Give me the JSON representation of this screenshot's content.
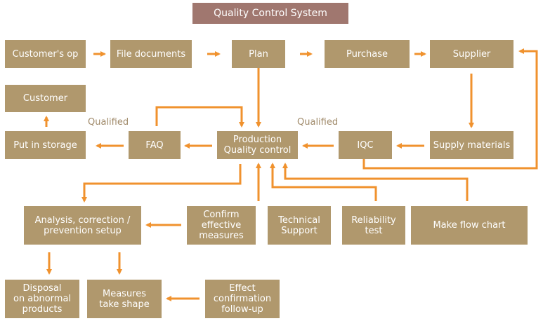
{
  "title": "Quality Control System",
  "colors": {
    "box_fill": "#b0986d",
    "title_fill": "#a0776f",
    "arrow": "#f0922e",
    "text_on_box": "#ffffff",
    "label_text": "#a08a6a"
  },
  "nodes": {
    "customers_op": "Customer's op",
    "file_documents": "File documents",
    "plan": "Plan",
    "purchase": "Purchase",
    "supplier": "Supplier",
    "customer": "Customer",
    "put_in_storage": "Put in storage",
    "faq": "FAQ",
    "production_quality_control": "Production\nQuality control",
    "iqc": "IQC",
    "supply_materials": "Supply materials",
    "analysis_correction": "Analysis, correction /\nprevention setup",
    "confirm_effective_measures": "Confirm\neffective\nmeasures",
    "technical_support": "Technical\nSupport",
    "reliability_test": "Reliability\ntest",
    "make_flow_chart": "Make flow chart",
    "disposal_abnormal": "Disposal\non abnormal\nproducts",
    "measures_take_shape": "Measures\ntake shape",
    "effect_confirmation": "Effect\nconfirmation\nfollow-up"
  },
  "labels": {
    "qualified_left": "Qualified",
    "qualified_right": "Qualified"
  },
  "flows": [
    [
      "customers_op",
      "file_documents"
    ],
    [
      "file_documents",
      "plan"
    ],
    [
      "plan",
      "purchase"
    ],
    [
      "purchase",
      "supplier"
    ],
    [
      "supplier",
      "supply_materials"
    ],
    [
      "supply_materials",
      "iqc"
    ],
    [
      "iqc",
      "production_quality_control"
    ],
    [
      "iqc",
      "supplier"
    ],
    [
      "plan",
      "production_quality_control"
    ],
    [
      "production_quality_control",
      "faq"
    ],
    [
      "faq",
      "put_in_storage"
    ],
    [
      "faq",
      "production_quality_control"
    ],
    [
      "put_in_storage",
      "customer"
    ],
    [
      "production_quality_control",
      "analysis_correction"
    ],
    [
      "technical_support",
      "production_quality_control"
    ],
    [
      "reliability_test",
      "production_quality_control"
    ],
    [
      "make_flow_chart",
      "production_quality_control"
    ],
    [
      "confirm_effective_measures",
      "analysis_correction"
    ],
    [
      "analysis_correction",
      "disposal_abnormal"
    ],
    [
      "analysis_correction",
      "measures_take_shape"
    ],
    [
      "effect_confirmation",
      "measures_take_shape"
    ]
  ]
}
